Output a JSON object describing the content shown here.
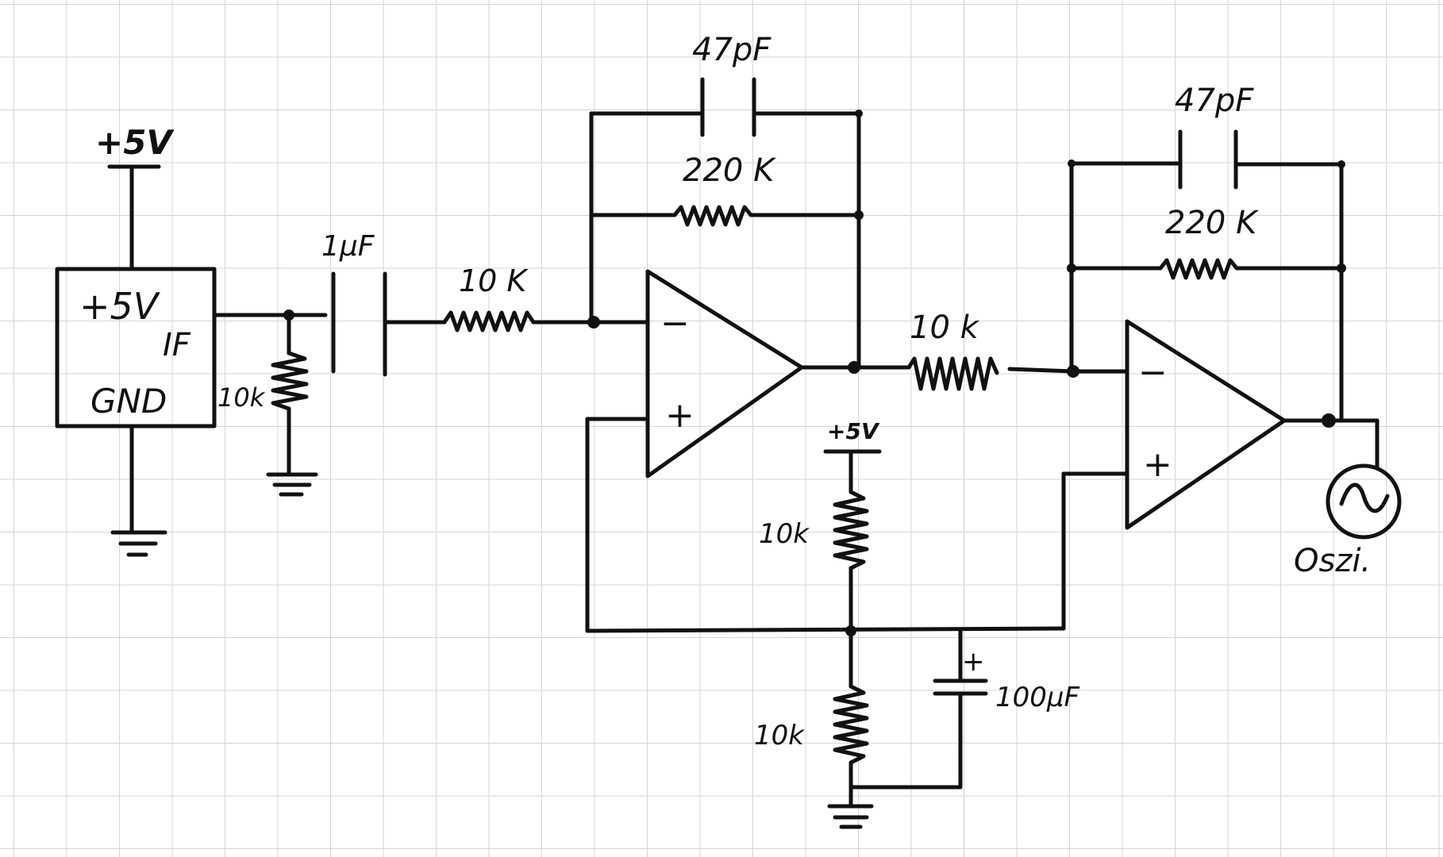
{
  "labels": {
    "supply_top": "+5V",
    "module_plus": "+5V",
    "module_if": "IF",
    "module_gnd": "GND",
    "pulldown_res": "10k",
    "coupling_cap": "1µF",
    "input_res_1": "10 K",
    "fb_cap_1": "47pF",
    "fb_res_1": "220 K",
    "opamp_minus": "−",
    "opamp_plus": "+",
    "input_res_2": "10 k",
    "fb_cap_2": "47pF",
    "fb_res_2": "220 K",
    "divider_supply": "+5V",
    "divider_top_res": "10k",
    "divider_bottom_res": "10k",
    "bypass_cap_plus": "+",
    "bypass_cap": "100µF",
    "scope": "Oszi."
  }
}
